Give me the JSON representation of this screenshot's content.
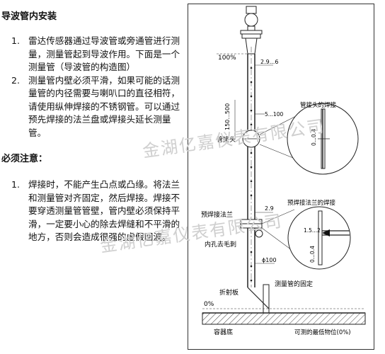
{
  "section1": {
    "title": "导波管内安装",
    "items": [
      {
        "num": "1.",
        "text": "雷达传感器通过导波管或旁通管进行测量，测量管起到导波作用。下面是一个测量管（导波管的构造图）"
      },
      {
        "num": "2.",
        "text": "测量管内壁必须平滑，如果可能的话测量管的内径需要与喇叭口的直径相符，请使用纵伸焊接的不锈钢管。可以通过预先焊接的法兰盘或焊接头延长测量管。"
      }
    ]
  },
  "section2": {
    "title": "必须注意：",
    "items": [
      {
        "num": "1.",
        "text": "焊接时，不能产生凸点或凸缘。将法兰和测量管对齐固定，然后焊接。焊接不要穿透测量管管壁，管内壁必须保持平滑，一定要小心的除去焊缝和不平滑的地方，否则会造成很强的虚假回波。"
      }
    ]
  },
  "watermark": "金湖亿嘉仪表有限公司",
  "diagram": {
    "pct_100": "100%",
    "pct_0": "0%",
    "dim_29_6": "2.9...6",
    "dim_150_500": "150...500",
    "dim_5_100": "5...100",
    "dim_29": "2.9",
    "dim_100": "ϕ100",
    "pipe_joint": "管接头",
    "pipe_joint_weld": "管接头的焊接",
    "prewelded_flange": "预焊接法兰",
    "prewelded_flange_weld": "预焊接法兰的焊接",
    "hole_deburr": "内孔去毛刺",
    "refl_plate": "折射板",
    "pipe_fix": "测量管的固定",
    "tank_bottom": "容器底",
    "min_level": "可测的最低物位(0%)",
    "dim_04a": "0...0.4",
    "dim_04b": "0...0.4",
    "dim_152": "1.5...2"
  }
}
